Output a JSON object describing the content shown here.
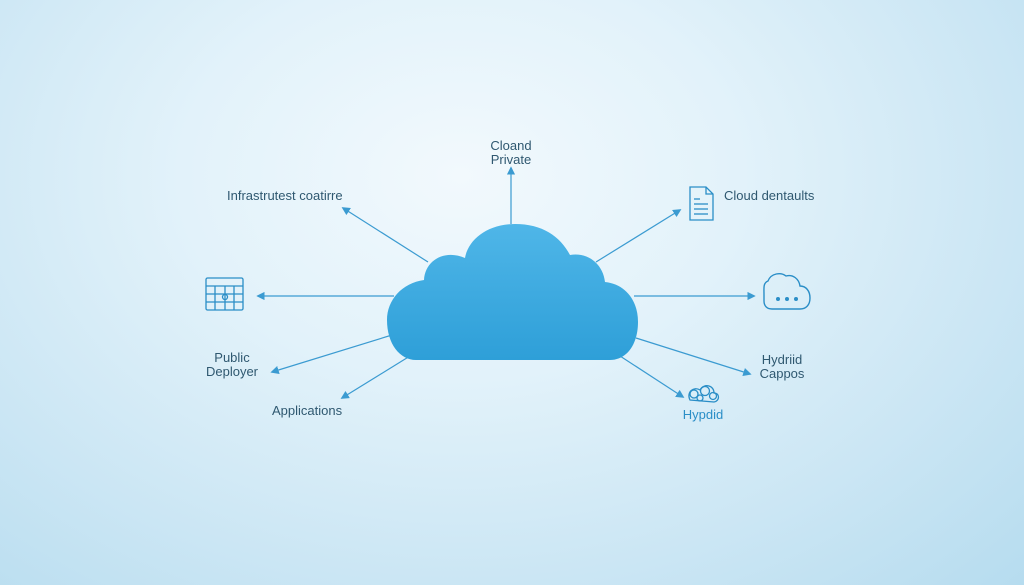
{
  "colors": {
    "background": "#d9eef8",
    "cloud": "#3aa9e0",
    "connector": "#3b9bd1",
    "icon_stroke": "#2a8ec7",
    "text": "#2f5870"
  },
  "center_node": {
    "icon": "cloud-icon"
  },
  "nodes": {
    "top": {
      "lines": [
        "Cloand",
        "Private"
      ]
    },
    "top_left": {
      "text": "Infrastrutest coatirre"
    },
    "left": {
      "icon": "spreadsheet-icon"
    },
    "left_lower": {
      "lines": [
        "Public",
        "Deployer"
      ]
    },
    "bottom_left": {
      "text": "Applications"
    },
    "top_right": {
      "icon": "document-icon",
      "text": "Cloud dentaults"
    },
    "right": {
      "icon": "chat-cloud-icon"
    },
    "right_lower": {
      "lines": [
        "Hydriid",
        "Cappos"
      ]
    },
    "bottom_right": {
      "icon": "cloud-cluster-icon",
      "text": "Hypdid"
    }
  }
}
